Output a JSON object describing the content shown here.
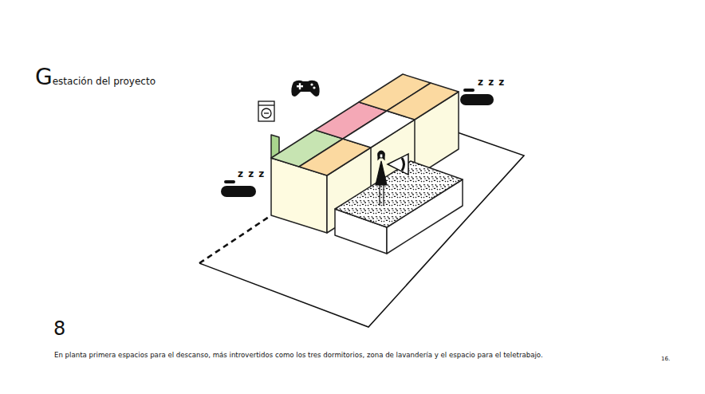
{
  "diagram": {
    "title": "Gestación del proyecto",
    "caption": "En planta primera espacios para el descanso, más introvertidos como los tres dormitorios, zona de lavandería y el espacio para el teletrabajo.",
    "labels": [
      "z z z",
      "z z z",
      "8",
      "16."
    ]
  }
}
